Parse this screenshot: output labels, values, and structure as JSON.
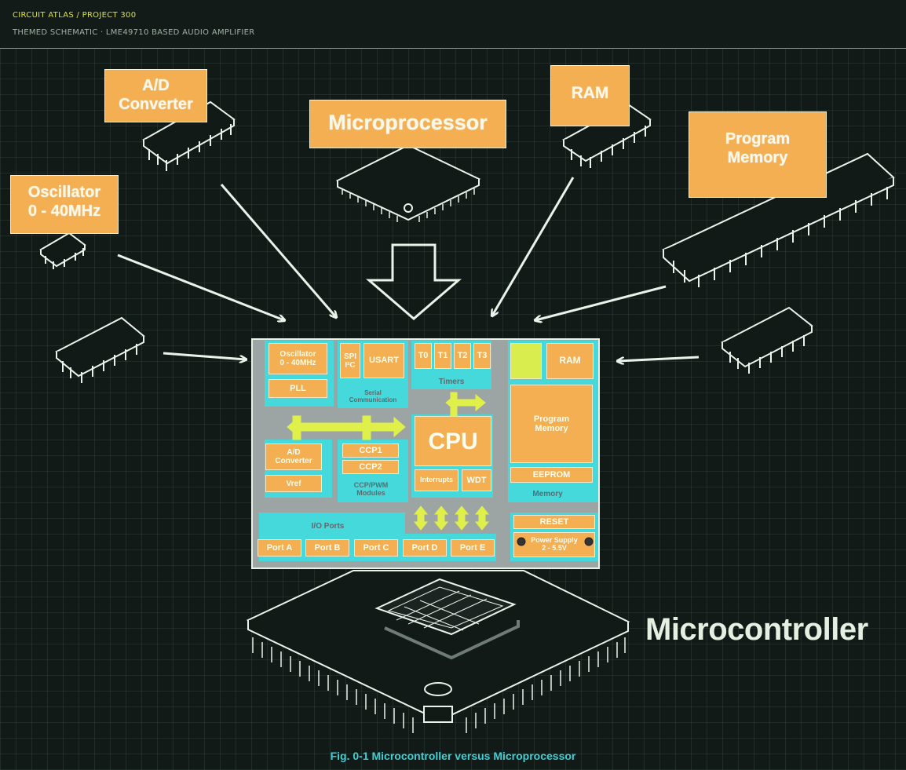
{
  "header": {
    "breadcrumb": "CIRCUIT ATLAS / PROJECT 300",
    "subtitle": "THEMED SCHEMATIC · LME49710 BASED AUDIO AMPLIFIER"
  },
  "labels": {
    "ad_converter": "A/D\nConverter",
    "microprocessor": "Microprocessor",
    "ram": "RAM",
    "program_memory": "Program\nMemory",
    "oscillator": "Oscillator\n0 - 40MHz"
  },
  "chip": {
    "oscillator": "Oscillator\n0 - 40MHz",
    "pll": "PLL",
    "spi": "SPI\nI²C",
    "usart": "USART",
    "serial": "Serial\nCommunication",
    "t0": "T0",
    "t1": "T1",
    "t2": "T2",
    "t3": "T3",
    "timers": "Timers",
    "ram": "RAM",
    "program_memory": "Program\nMemory",
    "eeprom": "EEPROM",
    "memory": "Memory",
    "cpu": "CPU",
    "interrupts": "Interrupts",
    "wdt": "WDT",
    "ad": "A/D\nConverter",
    "vref": "Vref",
    "ccp1": "CCP1",
    "ccp2": "CCP2",
    "ccp_modules": "CCP/PWM\nModules",
    "io_ports": "I/O Ports",
    "ports": [
      "Port A",
      "Port B",
      "Port C",
      "Port D",
      "Port E"
    ],
    "reset": "RESET",
    "power": "Power Supply\n2 - 5.5V"
  },
  "microcontroller_title": "Microcontroller",
  "caption": "Fig. 0-1 Microcontroller versus Microprocessor",
  "colors": {
    "label_orange": "#f4af52",
    "block_cyan": "#45d9dc",
    "arrow_yellow": "#e0f04a",
    "outline": "#eaf3ea",
    "caption_cyan": "#3fd0d6"
  }
}
